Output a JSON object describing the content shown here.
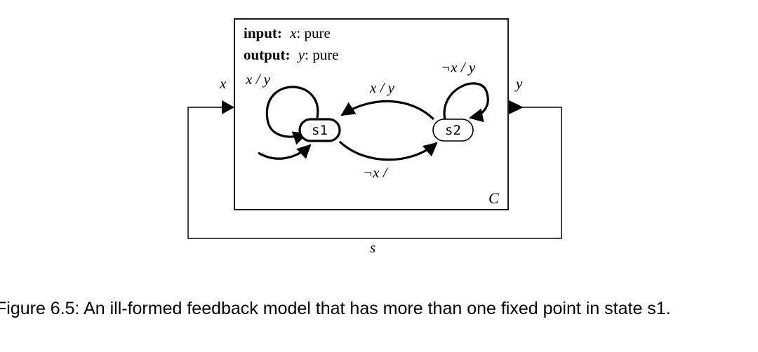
{
  "actor": {
    "input_keyword": "input:",
    "input_signal": "x",
    "input_type": ": pure",
    "output_keyword": "output:",
    "output_signal": "y",
    "output_type": ": pure",
    "name": "C"
  },
  "ports": {
    "input_label": "x",
    "output_label": "y",
    "feedback_label": "s"
  },
  "states": {
    "s1": "s1",
    "s2": "s2"
  },
  "transitions": {
    "s1_self": "x / y",
    "s2_to_s1": "x / y",
    "s1_to_s2": "¬x /",
    "s2_self": "¬x / y"
  },
  "caption": "Figure 6.5: An ill-formed feedback model that has more than one fixed point in state s1."
}
